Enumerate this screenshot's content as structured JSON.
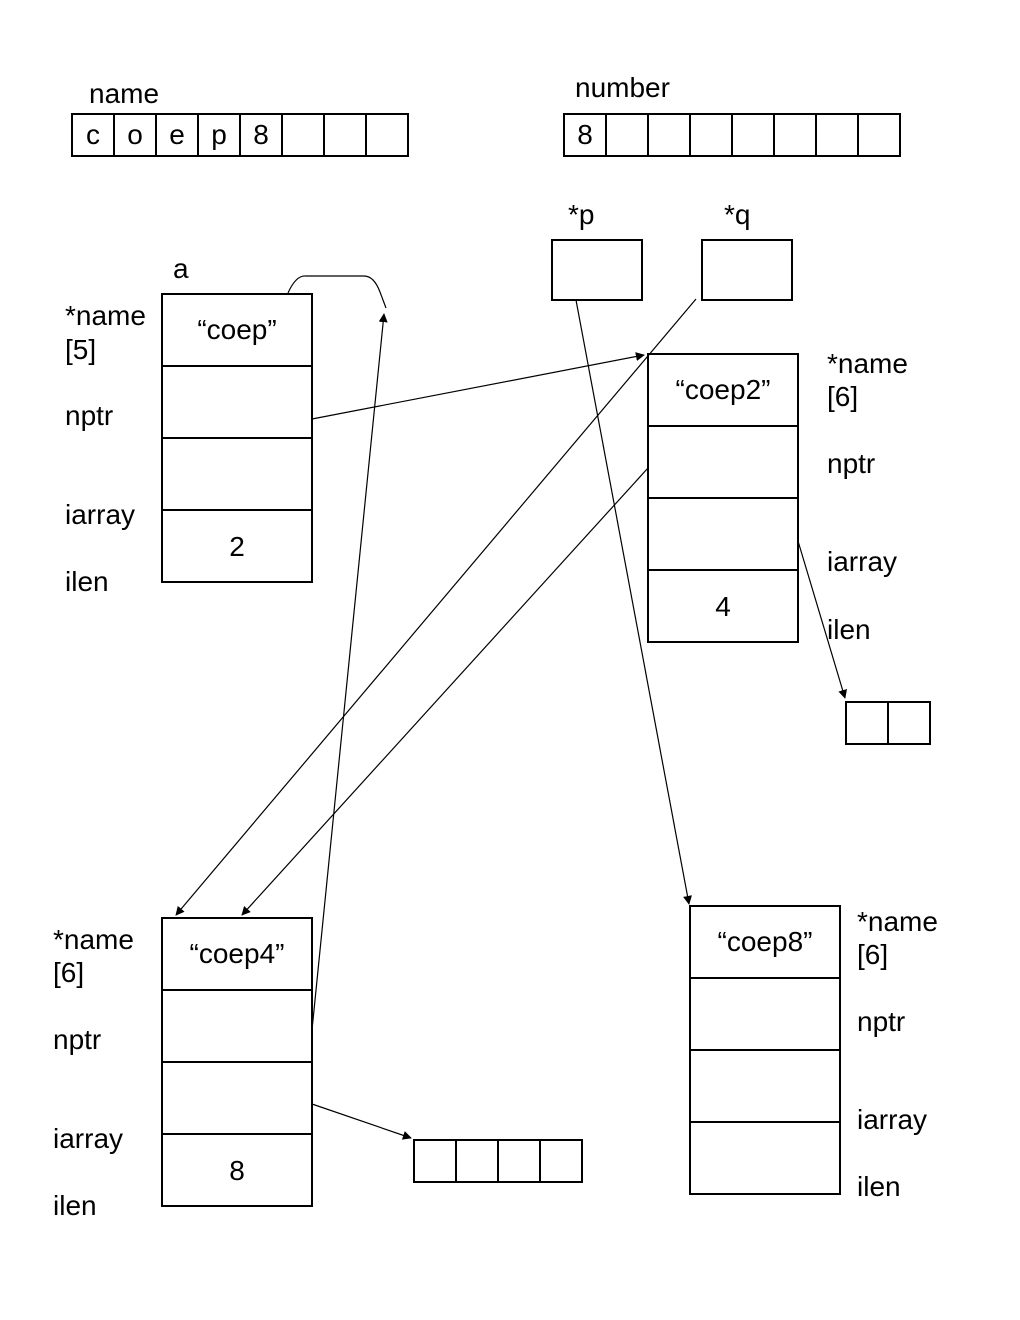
{
  "name_array": {
    "label": "name",
    "cells": [
      "c",
      "o",
      "e",
      "p",
      "8",
      "",
      "",
      ""
    ]
  },
  "number_array": {
    "label": "number",
    "cells": [
      "8",
      "",
      "",
      "",
      "",
      "",
      "",
      ""
    ]
  },
  "pointers": {
    "p": "*p",
    "q": "*q"
  },
  "node_a": {
    "var_label": "a",
    "labels": {
      "name": "*name",
      "size": "[5]",
      "nptr": "nptr",
      "iarray": "iarray",
      "ilen": "ilen"
    },
    "values": {
      "name": "“coep”",
      "nptr": "",
      "iarray": "",
      "ilen": "2"
    }
  },
  "node_coep2": {
    "labels": {
      "name": "*name",
      "size": "[6]",
      "nptr": "nptr",
      "iarray": "iarray",
      "ilen": "ilen"
    },
    "values": {
      "name": "“coep2”",
      "nptr": "",
      "iarray": "",
      "ilen": "4"
    }
  },
  "node_coep4": {
    "labels": {
      "name": "*name",
      "size": "[6]",
      "nptr": "nptr",
      "iarray": "iarray",
      "ilen": "ilen"
    },
    "values": {
      "name": "“coep4”",
      "nptr": "",
      "iarray": "",
      "ilen": "8"
    }
  },
  "node_coep8": {
    "labels": {
      "name": "*name",
      "size": "[6]",
      "nptr": "nptr",
      "iarray": "iarray",
      "ilen": "ilen"
    },
    "values": {
      "name": "“coep8”",
      "nptr": "",
      "iarray": "",
      "ilen": ""
    }
  },
  "int_array_coep2": {
    "cells": [
      "",
      ""
    ]
  },
  "int_array_coep4": {
    "cells": [
      "",
      "",
      "",
      ""
    ]
  }
}
